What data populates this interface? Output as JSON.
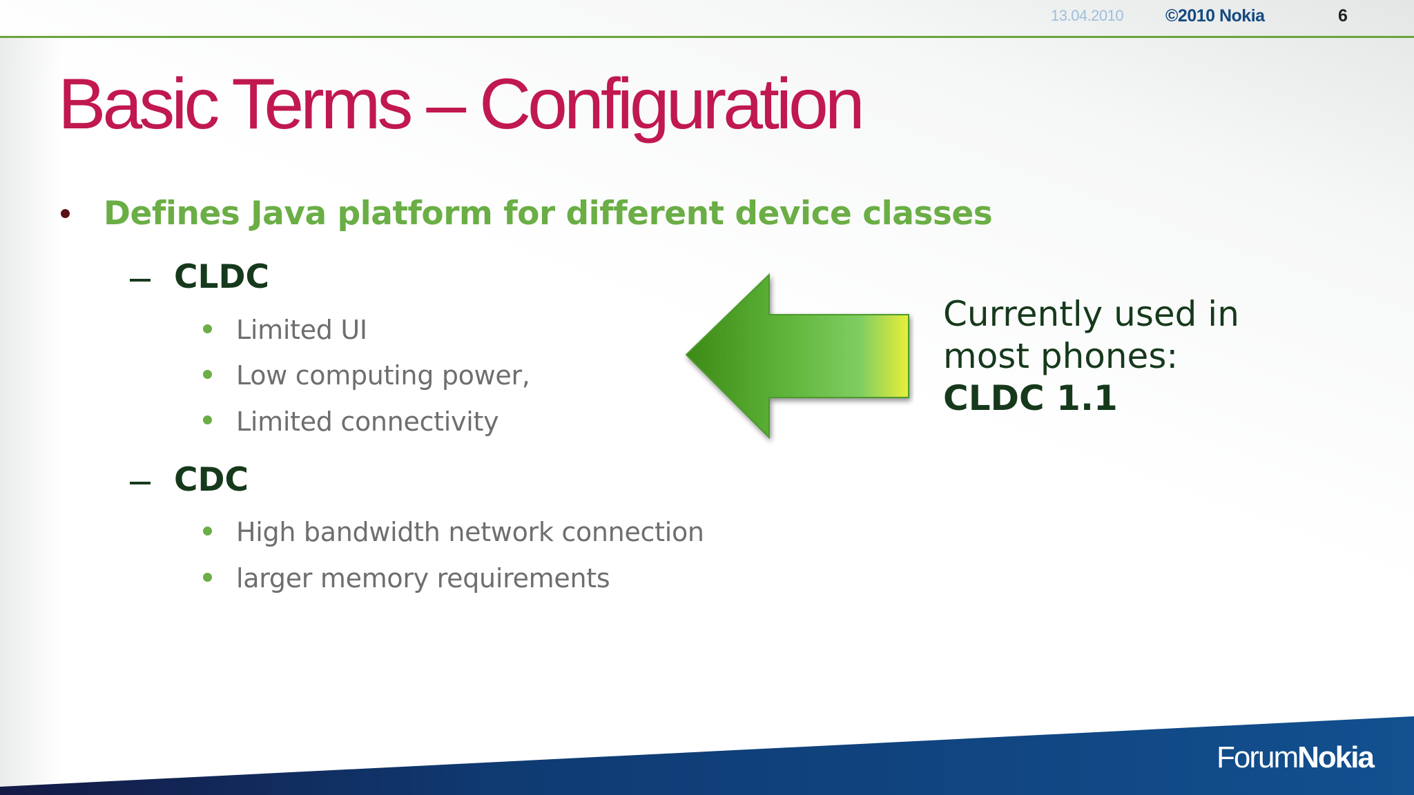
{
  "header": {
    "date": "13.04.2010",
    "copyright": "©2010 Nokia",
    "page_number": "6"
  },
  "title": "Basic Terms – Configuration",
  "bullet": {
    "text": "Defines Java platform for different device classes",
    "groups": [
      {
        "heading": "CLDC",
        "items": [
          "Limited UI",
          "Low computing power,",
          "Limited connectivity"
        ]
      },
      {
        "heading": "CDC",
        "items": [
          "High bandwidth network connection",
          "larger memory requirements"
        ]
      }
    ]
  },
  "callout": {
    "line1": "Currently used in",
    "line2": "most phones:",
    "line3": "CLDC 1.1"
  },
  "footer": {
    "brand_light": "Forum",
    "brand_bold": "Nokia"
  },
  "colors": {
    "title": "#c0184f",
    "accent_green": "#6aae45",
    "dark_green": "#16391c",
    "nokia_blue": "#124a8a"
  },
  "icons": {
    "arrow": "green-left-arrow-icon"
  }
}
